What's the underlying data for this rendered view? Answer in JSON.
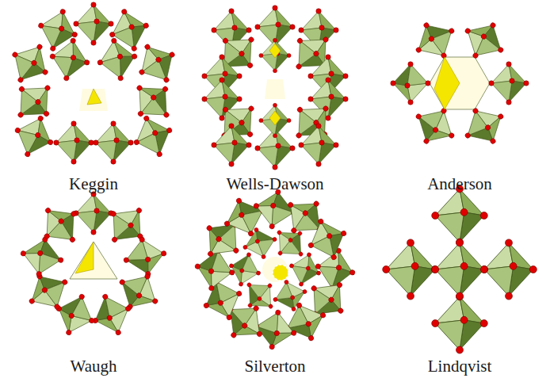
{
  "diagram": {
    "labels": [
      "Keggin",
      "Wells-Dawson",
      "Anderson",
      "Waugh",
      "Silverton",
      "Lindqvist"
    ]
  }
}
